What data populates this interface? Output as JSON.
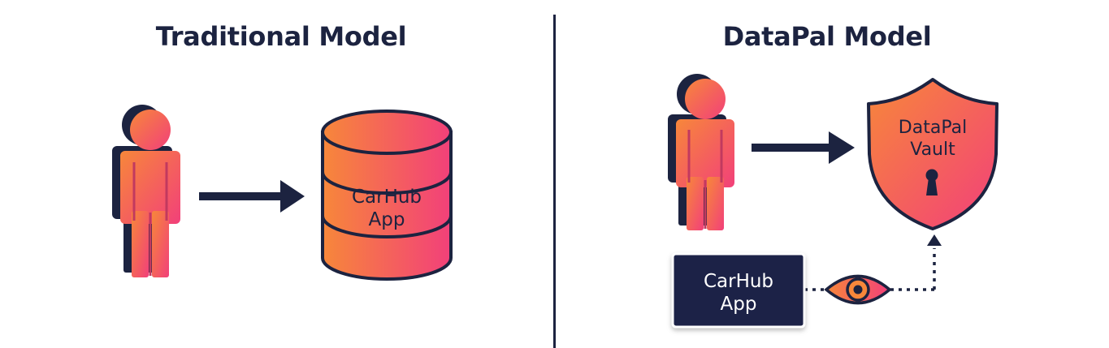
{
  "left_panel": {
    "title": "Traditional Model",
    "database_label_line1": "CarHub",
    "database_label_line2": "App"
  },
  "right_panel": {
    "title": "DataPal Model",
    "vault_label_line1": "DataPal",
    "vault_label_line2": "Vault",
    "app_label_line1": "CarHub",
    "app_label_line2": "App"
  },
  "colors": {
    "ink": "#1c2340",
    "gradient_start": "#f7873a",
    "gradient_end": "#f2407a"
  },
  "icons": [
    "person-icon",
    "arrow-icon",
    "database-icon",
    "shield-icon",
    "keyhole-icon",
    "eye-icon"
  ]
}
